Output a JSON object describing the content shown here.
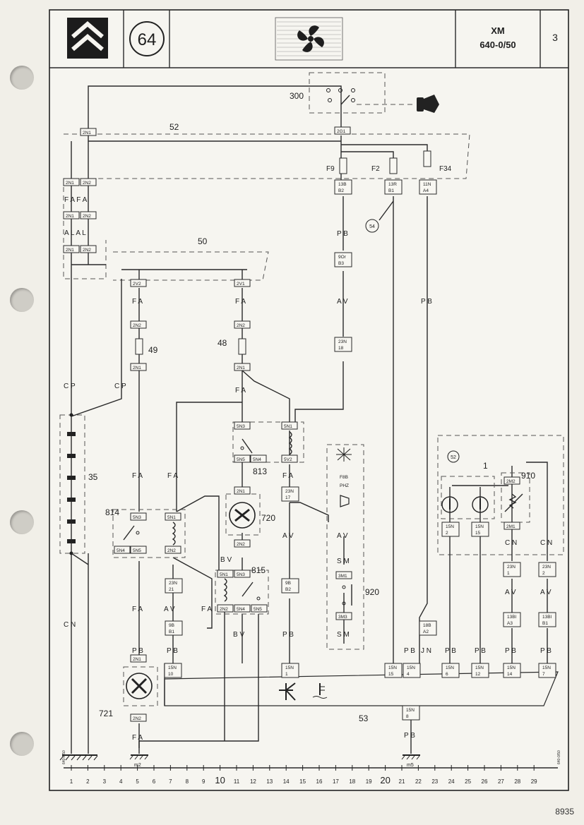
{
  "header": {
    "page_number": "64",
    "model": "XM",
    "reference": "640-0/50",
    "sheet": "3"
  },
  "footer_code": "8935",
  "side_code": "640-0/50",
  "column_numbers": [
    "1",
    "2",
    "3",
    "4",
    "5",
    "6",
    "7",
    "8",
    "9",
    "10",
    "11",
    "12",
    "13",
    "14",
    "15",
    "16",
    "17",
    "18",
    "19",
    "20",
    "21",
    "22",
    "23",
    "24",
    "25",
    "26",
    "27",
    "28",
    "29"
  ],
  "components": {
    "ignition": "300",
    "harness_52": "52",
    "harness_50": "50",
    "harness_53": "53",
    "fuse_f9": "F9",
    "fuse_f2": "F2",
    "fuse_f34": "F34",
    "fuse_49": "49",
    "fuse_48": "48",
    "resistor_35": "35",
    "relay_813": "813",
    "relay_814": "814",
    "relay_815": "815",
    "motor_720": "720",
    "motor_721": "721",
    "unit_920": "920",
    "unit_920_text": [
      "F8B",
      "PHZ"
    ],
    "sensor_910": "910",
    "ref_54": "54",
    "ref_52": "52",
    "item_1": "1"
  },
  "grounds": [
    "m2",
    "m5"
  ],
  "wire_labels": [
    "F A",
    "P B",
    "A V",
    "C P",
    "C N",
    "J N",
    "S M",
    "B V",
    "F A F A",
    "A L A L",
    "A V A V"
  ],
  "connectors": [
    {
      "top": "2N1",
      "bot": ""
    },
    {
      "top": "2N2",
      "bot": ""
    },
    {
      "top": "2G1",
      "bot": ""
    },
    {
      "top": "13B",
      "bot": "B2"
    },
    {
      "top": "13R",
      "bot": "B1"
    },
    {
      "top": "11N",
      "bot": "A4"
    },
    {
      "top": "9Or",
      "bot": "B3"
    },
    {
      "top": "23N",
      "bot": "18"
    },
    {
      "top": "2V2",
      "bot": ""
    },
    {
      "top": "2V1",
      "bot": ""
    },
    {
      "top": "5N3",
      "bot": ""
    },
    {
      "top": "5N1",
      "bot": ""
    },
    {
      "top": "5N5",
      "bot": ""
    },
    {
      "top": "5N4",
      "bot": ""
    },
    {
      "top": "5V2",
      "bot": ""
    },
    {
      "top": "23N",
      "bot": "17"
    },
    {
      "top": "23N",
      "bot": "21"
    },
    {
      "top": "9B",
      "bot": "B1"
    },
    {
      "top": "9B",
      "bot": "B2"
    },
    {
      "top": "3M1",
      "bot": ""
    },
    {
      "top": "3M3",
      "bot": ""
    },
    {
      "top": "15N",
      "bot": "10"
    },
    {
      "top": "15N",
      "bot": "1"
    },
    {
      "top": "15N",
      "bot": "15"
    },
    {
      "top": "15N",
      "bot": "4"
    },
    {
      "top": "15N",
      "bot": "6"
    },
    {
      "top": "15N",
      "bot": "12"
    },
    {
      "top": "15N",
      "bot": "14"
    },
    {
      "top": "15N",
      "bot": "7"
    },
    {
      "top": "15N",
      "bot": "8"
    },
    {
      "top": "18B",
      "bot": "A2"
    },
    {
      "top": "2M2",
      "bot": ""
    },
    {
      "top": "2M1",
      "bot": ""
    },
    {
      "top": "23N",
      "bot": "1"
    },
    {
      "top": "23N",
      "bot": "2"
    },
    {
      "top": "13Bl",
      "bot": "A3"
    },
    {
      "top": "13Bl",
      "bot": "B1"
    },
    {
      "top": "15N",
      "bot": "2"
    },
    {
      "top": "15N",
      "bot": "15"
    }
  ],
  "colors": {
    "paper": "#f1efe8",
    "ink": "#2a2a2a"
  }
}
